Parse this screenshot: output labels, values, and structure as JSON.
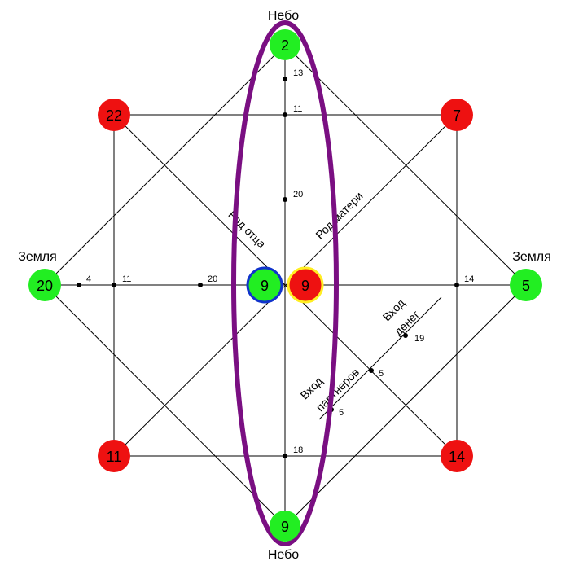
{
  "labels": {
    "top": "Небо",
    "bottom": "Небо",
    "left": "Земля",
    "right": "Земля"
  },
  "circles": {
    "top": "2",
    "bottom": "9",
    "left": "20",
    "right": "5",
    "top_left": "22",
    "top_right": "7",
    "bottom_left": "11",
    "bottom_right": "14",
    "center_left": "9",
    "center_right": "9"
  },
  "points": {
    "v_13": "13",
    "v_11": "11",
    "v_20": "20",
    "v_18": "18",
    "h_4": "4",
    "h_11": "11",
    "h_20": "20",
    "h_14": "14",
    "d_19": "19",
    "d_5a": "5",
    "d_5b": "5"
  },
  "lines": {
    "father": "Род отца",
    "mother": "Род матери",
    "money_1": "Вход",
    "money_2": "денег",
    "partners_1": "Вход",
    "partners_2": "партнеров"
  },
  "colors": {
    "green": "#22ee22",
    "red": "#ee1111",
    "purple": "#7a0f82",
    "blue_ring": "#1033cc",
    "yellow_ring": "#ffee22",
    "line": "#000000"
  }
}
